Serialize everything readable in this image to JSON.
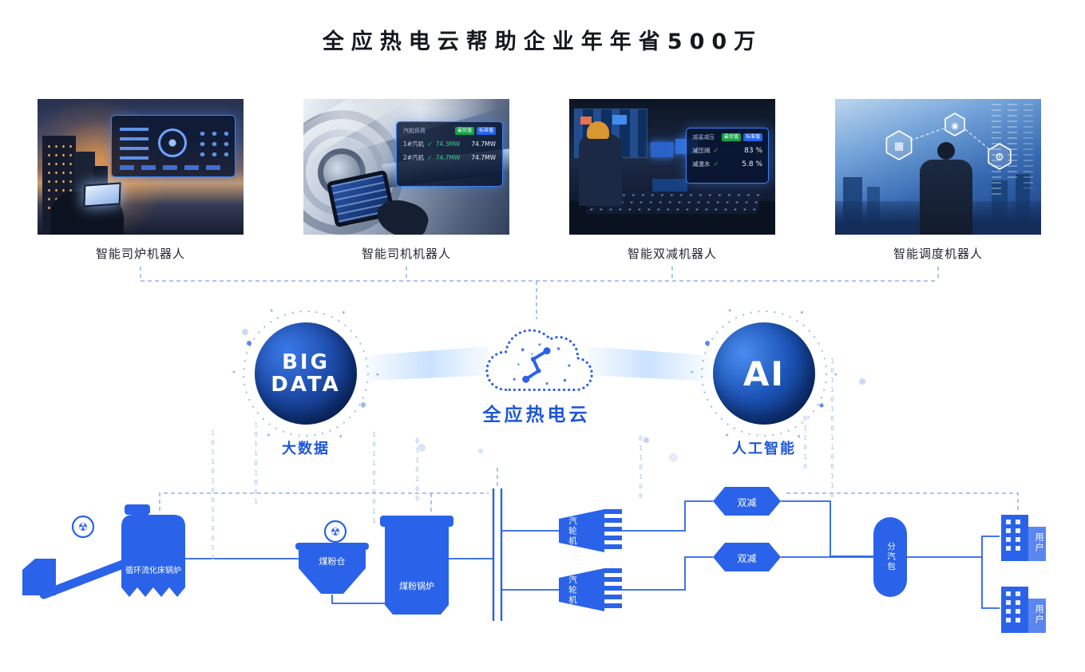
{
  "title": "全应热电云帮助企业年年省500万",
  "cards": [
    {
      "caption": "智能司炉机器人"
    },
    {
      "caption": "智能司机机器人",
      "panel": {
        "title": "汽机负荷",
        "tag_optimal": "最优值",
        "tag_standard": "标准值",
        "rows": [
          {
            "name": "1#汽机",
            "opt": "74.3MW",
            "std": "74.7MW"
          },
          {
            "name": "2#汽机",
            "opt": "74.7MW",
            "std": "74.7MW"
          }
        ]
      }
    },
    {
      "caption": "智能双减机器人",
      "panel": {
        "title": "减温减压",
        "tag_optimal": "最优值",
        "tag_standard": "标准值",
        "rows": [
          {
            "name": "减压阀",
            "value": "83 %"
          },
          {
            "name": "减温水",
            "value": "5.8 %"
          }
        ]
      }
    },
    {
      "caption": "智能调度机器人"
    }
  ],
  "hub": {
    "big_data": {
      "line1": "BIG",
      "line2": "DATA",
      "caption": "大数据"
    },
    "cloud": {
      "caption": "全应热电云"
    },
    "ai": {
      "label": "AI",
      "caption": "人工智能"
    }
  },
  "plant": {
    "cfb_boiler": "循环流化床锅炉",
    "coal_silo": "煤粉仓",
    "coal_boiler": "煤粉锅炉",
    "turbine_1": "汽轮机",
    "turbine_2": "汽轮机",
    "reducer_1": "双减",
    "reducer_2": "双减",
    "steam_drum": "分汽包",
    "user_1": "用户",
    "user_2": "用户"
  },
  "icons": {
    "radiation": "☢",
    "check": "✓",
    "gear": "⚙",
    "monitor": "▦",
    "person": "◉"
  },
  "decor": {
    "binary": [
      "10110100110011",
      "101101001",
      "1011010011",
      "0110100",
      "101101001100110",
      "0110100",
      "011010"
    ]
  },
  "colors": {
    "accent": "#1E56D6",
    "diagram_blue": "#2A63E9",
    "dash_blue": "#8FB0F0",
    "binary_blue": "#A9C3F2"
  }
}
